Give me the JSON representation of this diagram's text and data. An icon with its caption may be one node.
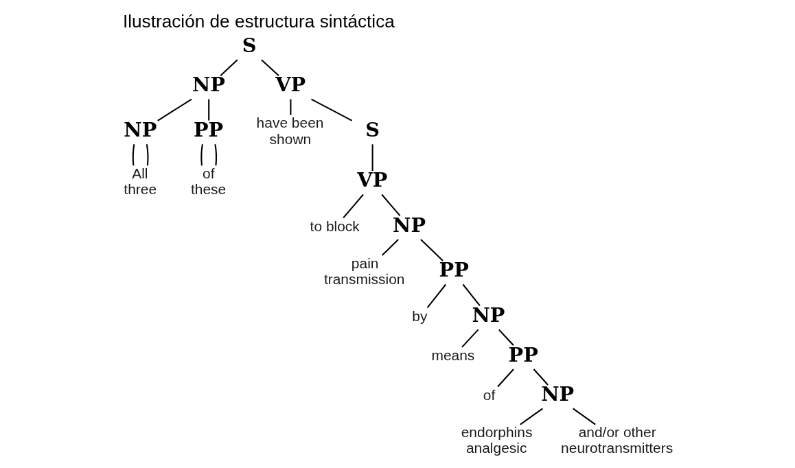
{
  "diagram": {
    "title": "Ilustración de estructura sintáctica",
    "nodes": [
      {
        "text": [
          "S"
        ]
      },
      {
        "text": [
          "NP"
        ]
      },
      {
        "text": [
          "VP"
        ]
      },
      {
        "text": [
          "NP"
        ]
      },
      {
        "text": [
          "PP"
        ]
      },
      {
        "text": [
          "All three"
        ]
      },
      {
        "text": [
          "of these"
        ]
      },
      {
        "text": [
          "have been shown"
        ]
      },
      {
        "text": [
          "S"
        ]
      },
      {
        "text": [
          "VP"
        ]
      },
      {
        "text": [
          "to block"
        ]
      },
      {
        "text": [
          "NP"
        ]
      },
      {
        "text": [
          "pain transmission"
        ]
      },
      {
        "text": [
          "PP"
        ]
      },
      {
        "text": [
          "by"
        ]
      },
      {
        "text": [
          "NP"
        ]
      },
      {
        "text": [
          "means"
        ]
      },
      {
        "text": [
          "PP"
        ]
      },
      {
        "text": [
          "of"
        ]
      },
      {
        "text": [
          "NP"
        ]
      },
      {
        "text": [
          "endorphins analgesic"
        ]
      },
      {
        "text": [
          "and/or other neurotransmitters"
        ]
      }
    ],
    "edges": [
      {
        "from": 0,
        "to": 1,
        "arrow": "none"
      },
      {
        "from": 0,
        "to": 2,
        "arrow": "none"
      },
      {
        "from": 1,
        "to": 3,
        "arrow": "none"
      },
      {
        "from": 1,
        "to": 4,
        "arrow": "none"
      },
      {
        "from": 3,
        "to": 5,
        "arrow": "none"
      },
      {
        "from": 3,
        "to": 5,
        "arrow": "none"
      },
      {
        "from": 4,
        "to": 6,
        "arrow": "none"
      },
      {
        "from": 4,
        "to": 6,
        "arrow": "none"
      },
      {
        "from": 2,
        "to": 7,
        "arrow": "none"
      },
      {
        "from": 2,
        "to": 8,
        "arrow": "none"
      },
      {
        "from": 8,
        "to": 9,
        "arrow": "none"
      },
      {
        "from": 9,
        "to": 10,
        "arrow": "none"
      },
      {
        "from": 9,
        "to": 11,
        "arrow": "none"
      },
      {
        "from": 11,
        "to": 12,
        "arrow": "none"
      },
      {
        "from": 11,
        "to": 13,
        "arrow": "none"
      },
      {
        "from": 13,
        "to": 14,
        "arrow": "none"
      },
      {
        "from": 13,
        "to": 15,
        "arrow": "none"
      },
      {
        "from": 15,
        "to": 16,
        "arrow": "none"
      },
      {
        "from": 15,
        "to": 17,
        "arrow": "none"
      },
      {
        "from": 17,
        "to": 18,
        "arrow": "none"
      },
      {
        "from": 17,
        "to": 19,
        "arrow": "none"
      },
      {
        "from": 19,
        "to": 20,
        "arrow": "none"
      },
      {
        "from": 19,
        "to": 21,
        "arrow": "none"
      }
    ]
  }
}
